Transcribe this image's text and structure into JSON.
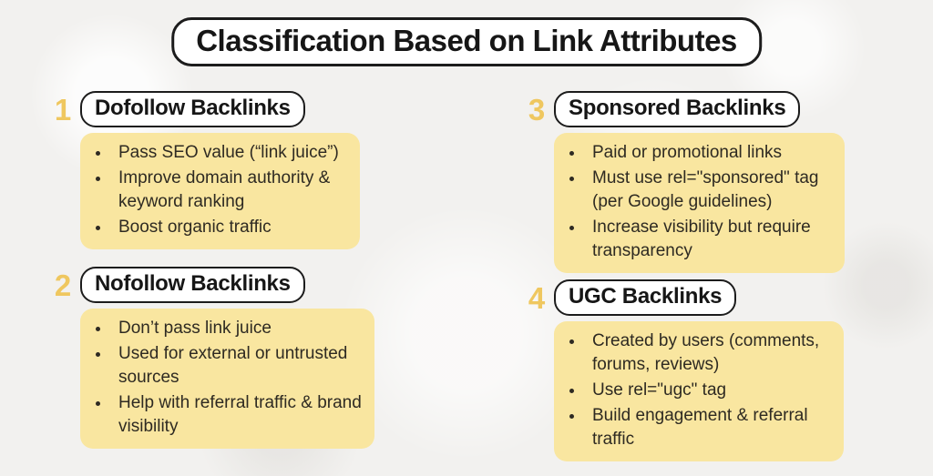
{
  "title": "Classification Based on Link Attributes",
  "colors": {
    "background": "#f2f1ef",
    "panel_yellow": "#f9e6a0",
    "number_gold": "#efc75f",
    "outline_black": "#1c1c1c",
    "text_dark": "#2e2a22",
    "pill_white": "#ffffff"
  },
  "sections": [
    {
      "number": "1",
      "heading": "Dofollow Backlinks",
      "bullets": [
        "Pass SEO value (“link juice”)",
        "Improve domain authority & keyword ranking",
        "Boost organic traffic"
      ]
    },
    {
      "number": "2",
      "heading": "Nofollow Backlinks",
      "bullets": [
        "Don’t pass link juice",
        "Used for external or untrusted sources",
        "Help with referral traffic & brand visibility"
      ]
    },
    {
      "number": "3",
      "heading": "Sponsored Backlinks",
      "bullets": [
        "Paid or promotional links",
        "Must use rel=\"sponsored\" tag (per Google guidelines)",
        "Increase visibility but require transparency"
      ]
    },
    {
      "number": "4",
      "heading": "UGC Backlinks",
      "bullets": [
        "Created by users (comments, forums, reviews)",
        "Use rel=\"ugc\" tag",
        "Build engagement & referral traffic"
      ]
    }
  ]
}
